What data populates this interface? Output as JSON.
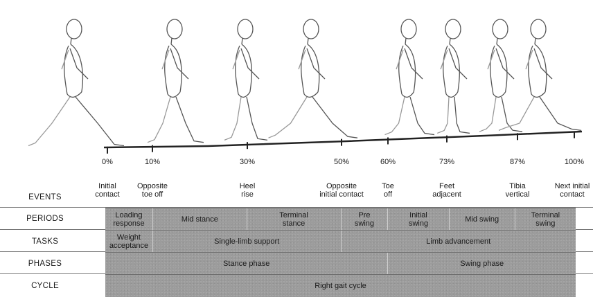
{
  "ticks": [
    {
      "pct": "0%"
    },
    {
      "pct": "10%"
    },
    {
      "pct": "30%"
    },
    {
      "pct": "50%"
    },
    {
      "pct": "60%"
    },
    {
      "pct": "73%"
    },
    {
      "pct": "87%"
    },
    {
      "pct": "100%"
    }
  ],
  "events": [
    "Initial\ncontact",
    "Opposite\ntoe off",
    "Heel\nrise",
    "Opposite\ninitial contact",
    "Toe\noff",
    "Feet\nadjacent",
    "Tibia\nvertical",
    "Next initial\ncontact"
  ],
  "rows": {
    "events": "EVENTS",
    "periods": "PERIODS",
    "tasks": "TASKS",
    "phases": "PHASES",
    "cycle": "CYCLE"
  },
  "periods": [
    {
      "label": "Loading\nresponse",
      "start": 0,
      "end": 10
    },
    {
      "label": "Mid stance",
      "start": 10,
      "end": 30
    },
    {
      "label": "Terminal\nstance",
      "start": 30,
      "end": 50
    },
    {
      "label": "Pre\nswing",
      "start": 50,
      "end": 60
    },
    {
      "label": "Initial\nswing",
      "start": 60,
      "end": 73
    },
    {
      "label": "Mid swing",
      "start": 73,
      "end": 87
    },
    {
      "label": "Terminal\nswing",
      "start": 87,
      "end": 100
    }
  ],
  "tasks": [
    {
      "label": "Weight\nacceptance",
      "start": 0,
      "end": 10
    },
    {
      "label": "Single-limb support",
      "start": 10,
      "end": 50
    },
    {
      "label": "Limb advancement",
      "start": 50,
      "end": 100
    }
  ],
  "phases": [
    {
      "label": "Stance phase",
      "start": 0,
      "end": 60
    },
    {
      "label": "Swing phase",
      "start": 60,
      "end": 100
    }
  ],
  "cycle": [
    {
      "label": "Right gait cycle",
      "start": 0,
      "end": 100
    }
  ]
}
